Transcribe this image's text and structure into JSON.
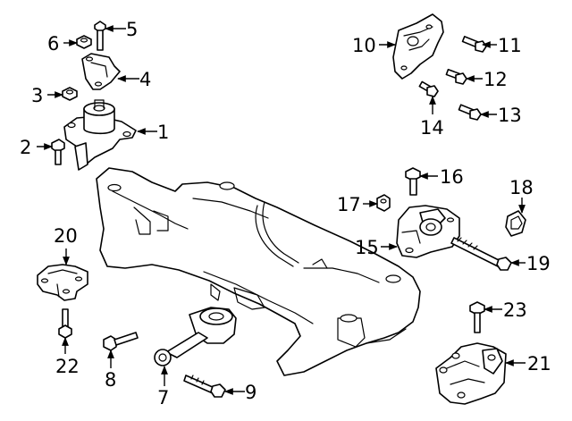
{
  "callouts": [
    "1",
    "2",
    "3",
    "4",
    "5",
    "6",
    "7",
    "8",
    "9",
    "10",
    "11",
    "12",
    "13",
    "14",
    "15",
    "16",
    "17",
    "18",
    "19",
    "20",
    "21",
    "22",
    "23"
  ],
  "colors": {
    "line": "#000000",
    "background": "#ffffff"
  }
}
